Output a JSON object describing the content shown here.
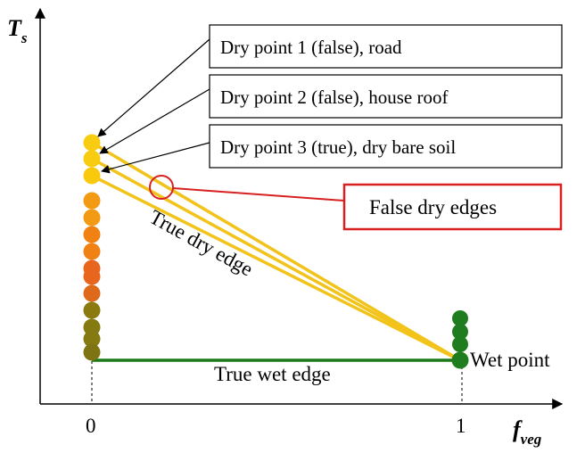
{
  "axes": {
    "y_label": "T",
    "y_label_sub": "s",
    "x_label": "f",
    "x_label_sub": "veg",
    "x_ticks": [
      "0",
      "1"
    ]
  },
  "labels": {
    "dry_point_1": "Dry point 1 (false), road",
    "dry_point_2": "Dry point 2 (false), house roof",
    "dry_point_3": "Dry point 3 (true), dry bare soil",
    "false_dry_edges": "False dry edges",
    "true_dry_edge": "True dry edge",
    "true_wet_edge": "True wet edge",
    "wet_point": "Wet point"
  },
  "colors": {
    "dry_edge_line": "#f2c31a",
    "wet_edge_line": "#1a7a1a",
    "highlight": "#d92020",
    "dry_points": "#f8cc10",
    "column_points": [
      "#f39a14",
      "#f39a14",
      "#ef8212",
      "#ef8212",
      "#e8651e",
      "#e8651e",
      "#dc6a1a",
      "#8a7a10",
      "#857a12",
      "#857a12",
      "#7f7414"
    ],
    "wet_points": "#1f7d1f"
  }
}
